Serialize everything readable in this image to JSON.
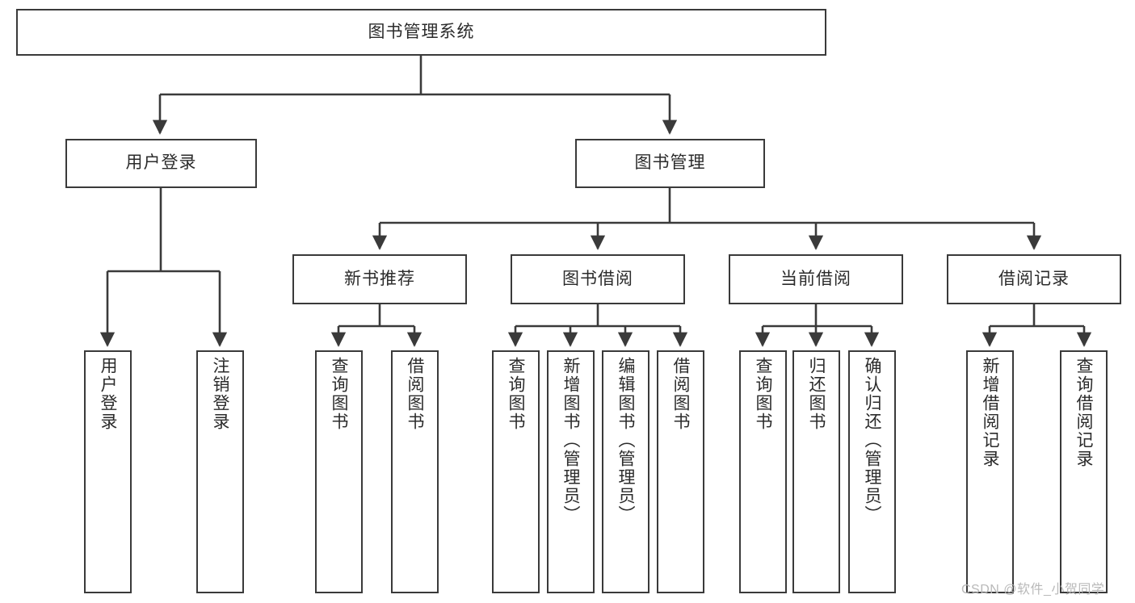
{
  "diagram": {
    "title": "图书管理系统",
    "type": "tree",
    "levels": 4,
    "nodes": {
      "root": {
        "label": "图书管理系统"
      },
      "l1": [
        {
          "id": "user-login",
          "label": "用户登录"
        },
        {
          "id": "book-manage",
          "label": "图书管理"
        }
      ],
      "l2": [
        {
          "id": "new-book-rec",
          "label": "新书推荐"
        },
        {
          "id": "book-borrow",
          "label": "图书借阅"
        },
        {
          "id": "current-borrow",
          "label": "当前借阅"
        },
        {
          "id": "borrow-record",
          "label": "借阅记录"
        }
      ],
      "leaves": [
        {
          "id": "leaf-user-login",
          "label": "用户登录",
          "parent": "user-login"
        },
        {
          "id": "leaf-user-logout",
          "label": "注销登录",
          "parent": "user-login"
        },
        {
          "id": "leaf-query-book-1",
          "label": "查询图书",
          "parent": "new-book-rec"
        },
        {
          "id": "leaf-borrow-book-1",
          "label": "借阅图书",
          "parent": "new-book-rec"
        },
        {
          "id": "leaf-query-book-2",
          "label": "查询图书",
          "parent": "book-borrow"
        },
        {
          "id": "leaf-add-book",
          "label": "新增图书（管理员）",
          "parent": "book-borrow"
        },
        {
          "id": "leaf-edit-book",
          "label": "编辑图书（管理员）",
          "parent": "book-borrow"
        },
        {
          "id": "leaf-borrow-book-2",
          "label": "借阅图书",
          "parent": "book-borrow"
        },
        {
          "id": "leaf-query-book-3",
          "label": "查询图书",
          "parent": "current-borrow"
        },
        {
          "id": "leaf-return-book",
          "label": "归还图书",
          "parent": "current-borrow"
        },
        {
          "id": "leaf-confirm-return",
          "label": "确认归还（管理员）",
          "parent": "current-borrow"
        },
        {
          "id": "leaf-add-record",
          "label": "新增借阅记录",
          "parent": "borrow-record"
        },
        {
          "id": "leaf-query-record",
          "label": "查询借阅记录",
          "parent": "borrow-record"
        }
      ]
    },
    "colors": {
      "stroke": "#3a3a3a",
      "fill": "#ffffff",
      "text": "#2b2b2b",
      "watermark": "#b9b9b9"
    }
  },
  "watermark": {
    "text": "CSDN @软件_小贺同学"
  }
}
